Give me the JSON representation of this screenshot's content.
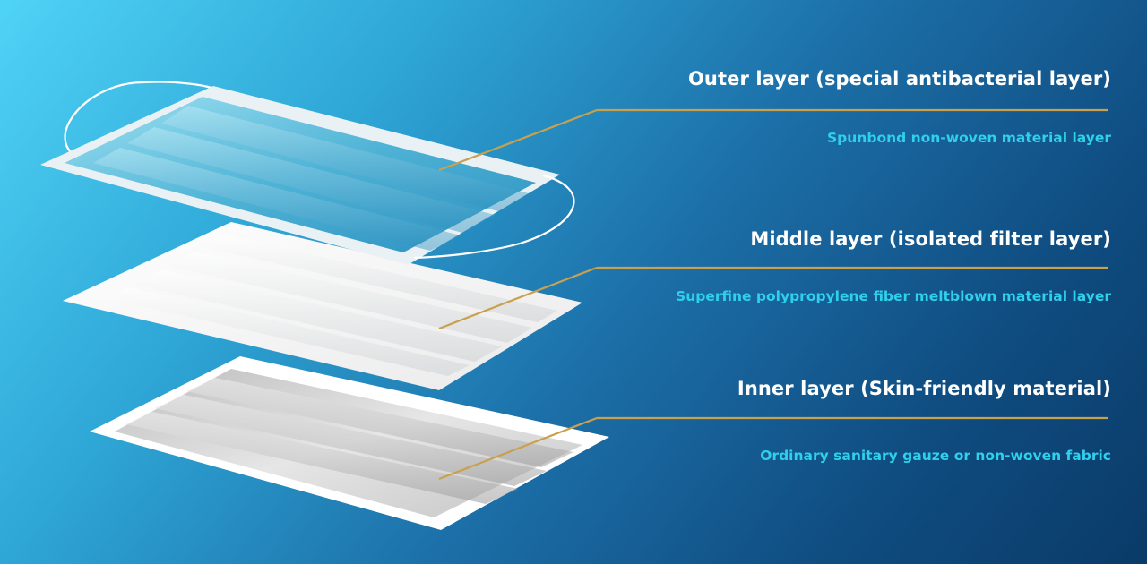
{
  "layers": [
    {
      "id": "outer",
      "title": "Outer layer (special antibacterial layer)",
      "material": "Spunbond non-woven material layer"
    },
    {
      "id": "middle",
      "title": "Middle layer (isolated filter layer)",
      "material": "Superfine polypropylene fiber meltblown material layer"
    },
    {
      "id": "inner",
      "title": "Inner layer (Skin-friendly material)",
      "material": "Ordinary sanitary gauze or non-woven fabric"
    }
  ],
  "colors": {
    "background_light": "#4fd3f6",
    "background_dark": "#0a3b68",
    "leader_line": "#c9a14e",
    "title_text": "#ffffff",
    "material_text": "#2fd0ec",
    "outer_layer": "#5fc2de",
    "middle_layer": "#ffffff",
    "inner_layer": "#d6d6d6"
  }
}
